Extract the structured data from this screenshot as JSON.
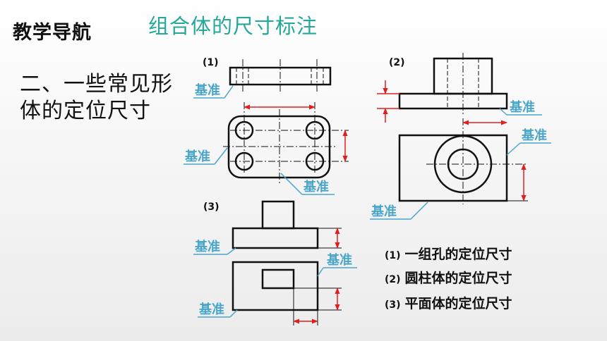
{
  "header": {
    "nav_title": "教学导航",
    "topic_title": "组合体的尺寸标注"
  },
  "subtitle": {
    "line1": "二、一些常见形",
    "line2": "体的定位尺寸"
  },
  "figure_numbers": {
    "f1": "(1)",
    "f2": "(2)",
    "f3": "(3)"
  },
  "datum_label": "基准",
  "legend": [
    {
      "num": "(1)",
      "text": "一组孔的定位尺寸"
    },
    {
      "num": "(2)",
      "text": "圆柱体的定位尺寸"
    },
    {
      "num": "(3)",
      "text": "平面体的定位尺寸"
    }
  ],
  "colors": {
    "accent": "#23a89a",
    "datum": "#4aa6c9",
    "dimension": "#e02020",
    "outline": "#111111"
  }
}
